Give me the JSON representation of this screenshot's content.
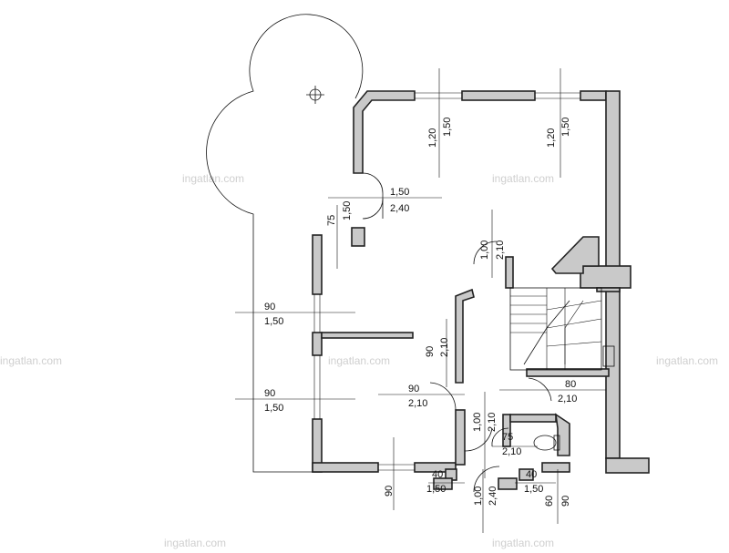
{
  "watermark": "ingatlan.com",
  "dimensions": {
    "top_window_1_width": "1,20",
    "top_window_1_height": "1,50",
    "top_window_2_width": "1,20",
    "top_window_2_height": "1,50",
    "entry_door_width": "1,50",
    "entry_door_height": "2,40",
    "entry_side_width": "75",
    "entry_side_height": "1,50",
    "hall_door_width": "1,00",
    "hall_door_height": "2,10",
    "left_window_1_width": "90",
    "left_window_1_height": "1,50",
    "left_window_2_width": "90",
    "left_window_2_height": "1,50",
    "inner_opening_width": "90",
    "inner_opening_height": "2,10",
    "door_lower_width": "90",
    "door_lower_height": "2,10",
    "stair_door_width": "80",
    "stair_door_height": "2,10",
    "corridor_door_width": "1,00",
    "corridor_door_height": "2,10",
    "wc_door_width": "75",
    "wc_door_height": "2,10",
    "bottom_window_left_width": "90",
    "bottom_window_left_height": "1,50",
    "bottom_small_window_left": "40",
    "bottom_door_width": "1,00",
    "bottom_door_height": "2,40",
    "bottom_small_window_right": "40",
    "bottom_right_height": "1,50",
    "bottom_right_w1": "60",
    "bottom_right_w2": "90"
  }
}
